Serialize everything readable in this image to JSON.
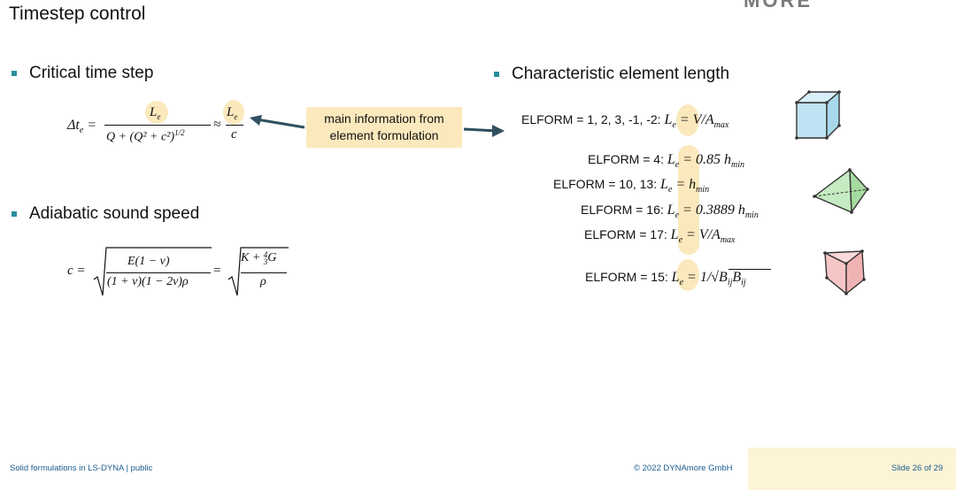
{
  "header": {
    "title": "Timestep control",
    "logo_text": "MORE"
  },
  "left": {
    "bullet1": "Critical time step",
    "bullet2": "Adiabatic sound speed",
    "eq_dt": {
      "lhs": "Δt",
      "lhs_sub": "e",
      "num": "L",
      "num_sub": "e",
      "den": "Q + (Q² + c²)",
      "den_exp": "1/2",
      "approx": "≈",
      "num2": "L",
      "num2_sub": "e",
      "den2": "c"
    },
    "eq_c": {
      "lhs": "c =",
      "num": "E(1 − ν)",
      "den": "(1 + ν)(1 − 2ν)ρ",
      "eq": "=",
      "num2": "K + ",
      "frac_n": "4",
      "frac_d": "3",
      "g": "G",
      "den2": "ρ"
    }
  },
  "callout": {
    "line1": "main information from",
    "line2": "element formulation"
  },
  "right": {
    "bullet": "Characteristic element length",
    "rows": [
      {
        "label": "ELFORM = 1, 2, 3, -1, -2:",
        "eq": "= V/A",
        "sub": "max"
      },
      {
        "label": "ELFORM = 4:",
        "eq": "= 0.85 h",
        "sub": "min"
      },
      {
        "label": "ELFORM = 10, 13:",
        "eq": "= h",
        "sub": "min"
      },
      {
        "label": "ELFORM = 16:",
        "eq": "= 0.3889 h",
        "sub": "min"
      },
      {
        "label": "ELFORM = 17:",
        "eq": "= V/A",
        "sub": "max"
      },
      {
        "label": "ELFORM = 15:",
        "eq": "= 1/√B",
        "sub": "ij",
        "eq2": "B",
        "sub2": "ij"
      }
    ],
    "le": "L",
    "le_sub": "e"
  },
  "footer": {
    "left": "Solid formulations in LS-DYNA | public",
    "middle": "© 2022 DYNAmore GmbH",
    "right": "Slide 26 of 29"
  },
  "colors": {
    "highlight": "#fbe9bd",
    "bullet": "#2a8f99",
    "arrow": "#2f4f5f",
    "footer_text": "#1c5c8c"
  }
}
